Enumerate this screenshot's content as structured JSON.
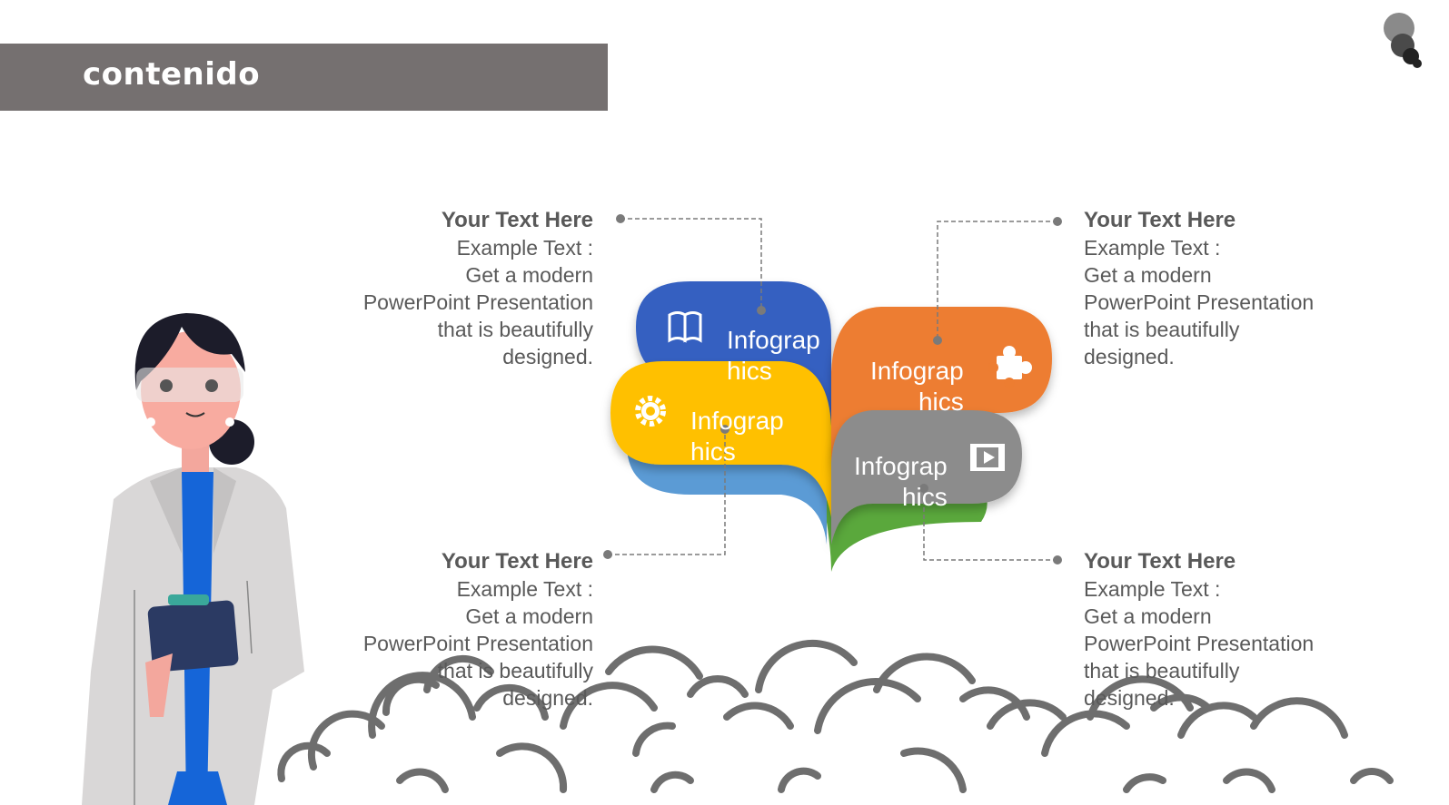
{
  "header": {
    "title": "contenido"
  },
  "infographic": {
    "pills": [
      {
        "label": "Infograp\nhics",
        "icon": "book-icon",
        "color": "#3461c1"
      },
      {
        "label": "Infograp\nhics",
        "icon": "gear-icon",
        "color": "#ffc000"
      },
      {
        "label": "Infograp\nhics",
        "icon": "puzzle-icon",
        "color": "#ed7d31"
      },
      {
        "label": "Infograp\nhics",
        "icon": "film-icon",
        "color": "#8c8c8c"
      }
    ],
    "callouts": [
      {
        "heading": "Your Text Here",
        "body": "Example Text :\nGet a modern\nPowerPoint  Presentation\nthat is beautifully\ndesigned."
      },
      {
        "heading": "Your Text Here",
        "body": "Example Text :\nGet a modern\nPowerPoint  Presentation\nthat is beautifully\ndesigned."
      },
      {
        "heading": "Your Text Here",
        "body": "Example Text :\nGet a modern\nPowerPoint  Presentation\nthat is beautifully\ndesigned."
      },
      {
        "heading": "Your Text Here",
        "body": "Example Text :\nGet a modern\nPowerPoint  Presentation\nthat is beautifully\ndesigned."
      }
    ]
  },
  "colors": {
    "title_bar": "#757070",
    "text": "#595959",
    "green_base": "#5aa83c",
    "light_blue_base": "#5b9bd5"
  }
}
